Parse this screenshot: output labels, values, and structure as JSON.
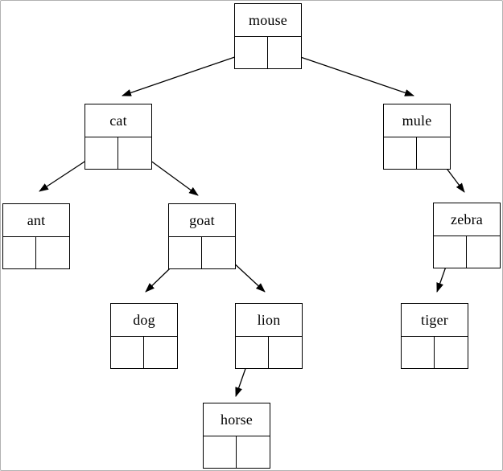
{
  "diagram": {
    "type": "binary-tree-linked-nodes",
    "background_color": "#ffffff",
    "line_color": "#000000",
    "box_border_color": "#000000",
    "page_border_color": "#b2b2b2",
    "nodes": {
      "mouse": {
        "label": "mouse"
      },
      "cat": {
        "label": "cat"
      },
      "mule": {
        "label": "mule"
      },
      "ant": {
        "label": "ant"
      },
      "goat": {
        "label": "goat"
      },
      "zebra": {
        "label": "zebra"
      },
      "dog": {
        "label": "dog"
      },
      "lion": {
        "label": "lion"
      },
      "tiger": {
        "label": "tiger"
      },
      "horse": {
        "label": "horse"
      }
    },
    "edges": [
      {
        "from": "mouse",
        "pointer": "left",
        "to": "cat"
      },
      {
        "from": "mouse",
        "pointer": "right",
        "to": "mule"
      },
      {
        "from": "cat",
        "pointer": "left",
        "to": "ant"
      },
      {
        "from": "cat",
        "pointer": "right",
        "to": "goat"
      },
      {
        "from": "goat",
        "pointer": "left",
        "to": "dog"
      },
      {
        "from": "goat",
        "pointer": "right",
        "to": "lion"
      },
      {
        "from": "lion",
        "pointer": "left",
        "to": "horse"
      },
      {
        "from": "mule",
        "pointer": "right",
        "to": "zebra"
      },
      {
        "from": "zebra",
        "pointer": "left",
        "to": "tiger"
      }
    ]
  }
}
